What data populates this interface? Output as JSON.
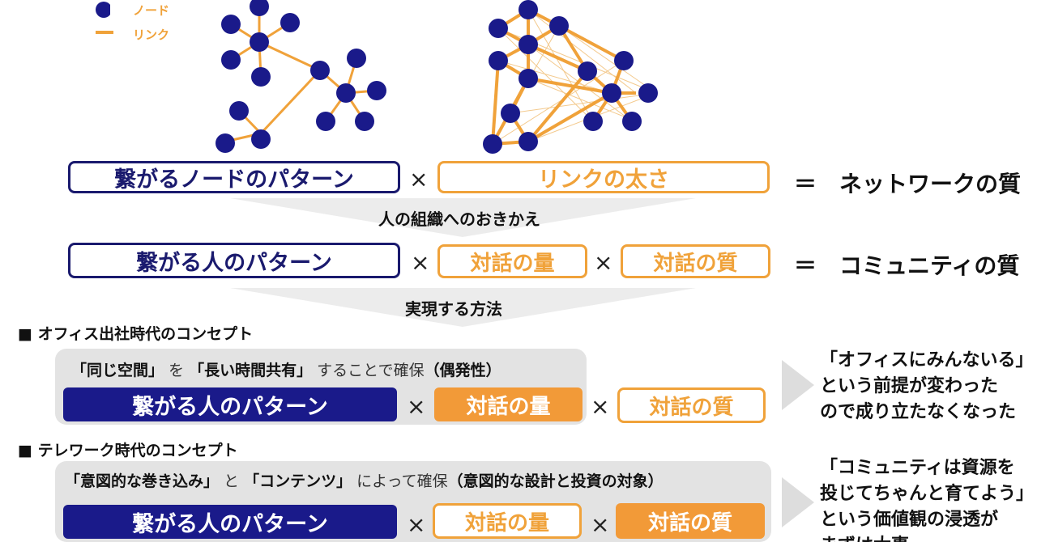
{
  "legend": {
    "node_label": "ノード",
    "link_label": "リンク"
  },
  "row1": {
    "box1": "繋がるノードのパターン",
    "times": "×",
    "box2": "リンクの太さ",
    "result": "＝　ネットワークの質"
  },
  "arrow1_label": "人の組織へのおきかえ",
  "row2": {
    "box1": "繋がる人のパターン",
    "times1": "×",
    "box2": "対話の量",
    "times2": "×",
    "box3": "対話の質",
    "result": "＝　コミュニティの質"
  },
  "arrow2_label": "実現する方法",
  "section1": {
    "heading": "■ オフィス出社時代のコンセプト",
    "concept": {
      "p1": "「同じ空間」",
      "p2": " を ",
      "p3": "「長い時間共有」",
      "p4": " することで確保",
      "p5": "（偶発性）"
    },
    "box1": "繋がる人のパターン",
    "times1": "×",
    "box2": "対話の量",
    "times2": "×",
    "box3": "対話の質",
    "note": "「オフィスにみんないる」\nという前提が変わった\nので成り立たなくなった"
  },
  "section2": {
    "heading": "■ テレワーク時代のコンセプト",
    "concept": {
      "p1": "「意図的な巻き込み」",
      "p2": " と ",
      "p3": "「コンテンツ」",
      "p4": " によって確保",
      "p5": "（意図的な設計と投資の対象）"
    },
    "box1": "繋がる人のパターン",
    "times1": "×",
    "box2": "対話の量",
    "times2": "×",
    "box3": "対話の質",
    "note": "「コミュニティは資源を\n投じてちゃんと育てよう」\nという価値観の浸透が\nまずは大事"
  },
  "colors": {
    "navy": "#1a1a8a",
    "orange": "#f0a23a",
    "panel_gray": "#e3e3e3"
  }
}
